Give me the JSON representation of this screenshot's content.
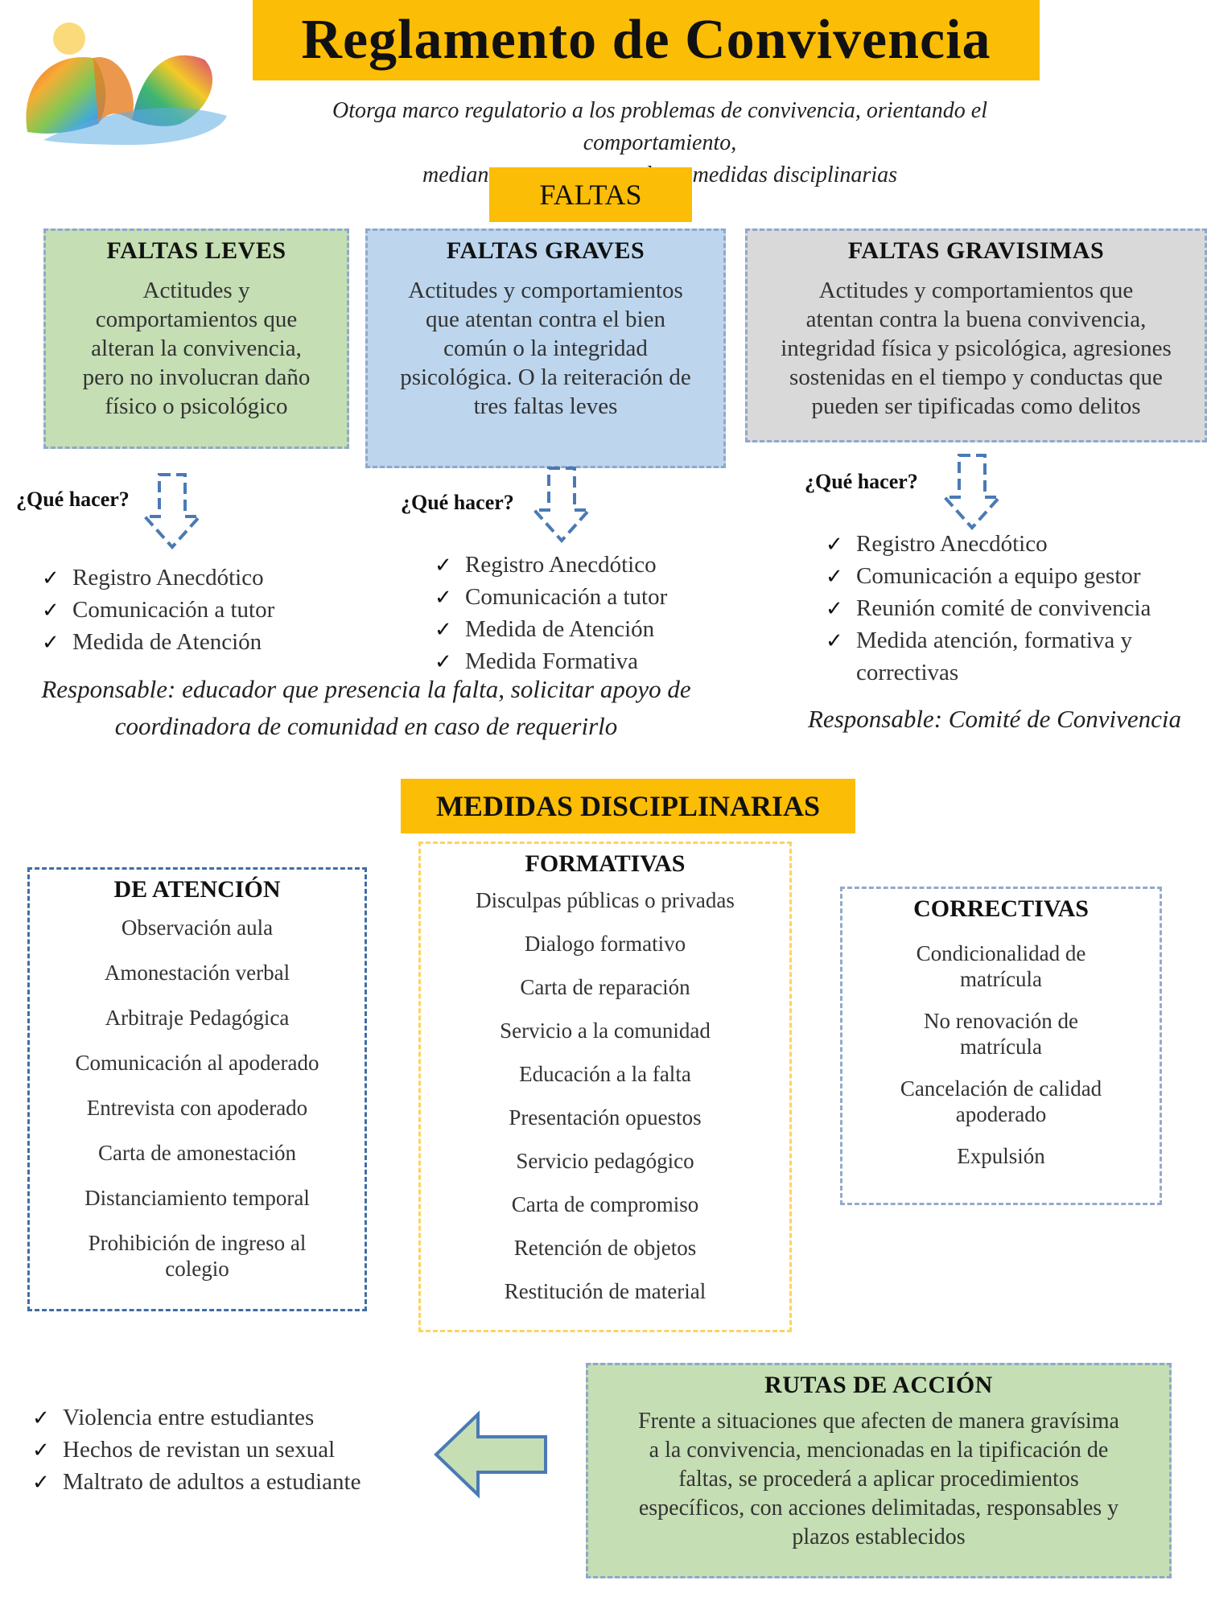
{
  "header": {
    "title": "Reglamento de Convivencia",
    "subtitle_line1": "Otorga marco regulatorio a los problemas de convivencia, orientando el comportamiento,",
    "subtitle_line2": "mediante normas, acuerdos y medidas disciplinarias"
  },
  "faltas": {
    "label": "FALTAS",
    "leves": {
      "title": "FALTAS LEVES",
      "lines": [
        "Actitudes y",
        "comportamientos que",
        "alteran la convivencia,",
        "pero no involucran daño",
        "físico o psicológico"
      ]
    },
    "graves": {
      "title": "FALTAS GRAVES",
      "lines": [
        "Actitudes y comportamientos",
        "que atentan contra el bien",
        "común o la integridad",
        "psicológica. O la reiteración de",
        "tres faltas leves"
      ]
    },
    "gravisimas": {
      "title": "FALTAS GRAVISIMAS",
      "lines": [
        "Actitudes y comportamientos que",
        "atentan contra la buena convivencia,",
        "integridad física y psicológica, agresiones",
        "sostenidas en el tiempo y conductas que",
        "pueden ser tipificadas como delitos"
      ]
    }
  },
  "que_hacer": {
    "label": "¿Qué hacer?",
    "leves": [
      "Registro Anecdótico",
      "Comunicación a tutor",
      "Medida de Atención"
    ],
    "graves": [
      "Registro Anecdótico",
      "Comunicación a tutor",
      "Medida de Atención",
      "Medida Formativa"
    ],
    "gravisimas": [
      "Registro Anecdótico",
      "Comunicación a equipo gestor",
      "Reunión comité de convivencia",
      "Medida atención, formativa y"
    ],
    "gravisimas_continuation": "correctivas",
    "resp_left_line1": "Responsable: educador que presencia la falta, solicitar apoyo de",
    "resp_left_line2": "coordinadora de comunidad en caso de requerirlo",
    "resp_right": "Responsable: Comité de Convivencia"
  },
  "medidas": {
    "label": "MEDIDAS DISCIPLINARIAS",
    "atencion": {
      "title": "DE ATENCIÓN",
      "items": [
        "Observación aula",
        "Amonestación verbal",
        "Arbitraje Pedagógica",
        "Comunicación al apoderado",
        "Entrevista con apoderado",
        "Carta de amonestación",
        "Distanciamiento temporal",
        "Prohibición de ingreso al colegio"
      ]
    },
    "formativas": {
      "title": "FORMATIVAS",
      "items": [
        "Disculpas públicas o privadas",
        "Dialogo formativo",
        "Carta de reparación",
        "Servicio a la comunidad",
        "Educación a la falta",
        "Presentación opuestos",
        "Servicio pedagógico",
        "Carta de compromiso",
        "Retención de objetos",
        "Restitución de material"
      ]
    },
    "correctivas": {
      "title": "CORRECTIVAS",
      "items": [
        "Condicionalidad de matrícula",
        "No renovación de matrícula",
        "Cancelación de calidad apoderado",
        "Expulsión"
      ]
    }
  },
  "rutas": {
    "title": "RUTAS DE ACCIÓN",
    "lines": [
      "Frente a situaciones que afecten de manera gravísima",
      "a la convivencia, mencionadas en la tipificación de",
      "faltas, se procederá a aplicar procedimientos",
      "específicos, con acciones delimitadas, responsables y",
      "plazos establecidos"
    ],
    "list": [
      "Violencia entre estudiantes",
      "Hechos de revistan un sexual",
      "Maltrato de adultos a estudiante"
    ]
  },
  "colors": {
    "accent_yellow": "#fbbd05",
    "green": "#c5deb4",
    "blue": "#bdd6ee",
    "gray": "#d9d9d9",
    "arrow_blue": "#4a7ab5"
  }
}
